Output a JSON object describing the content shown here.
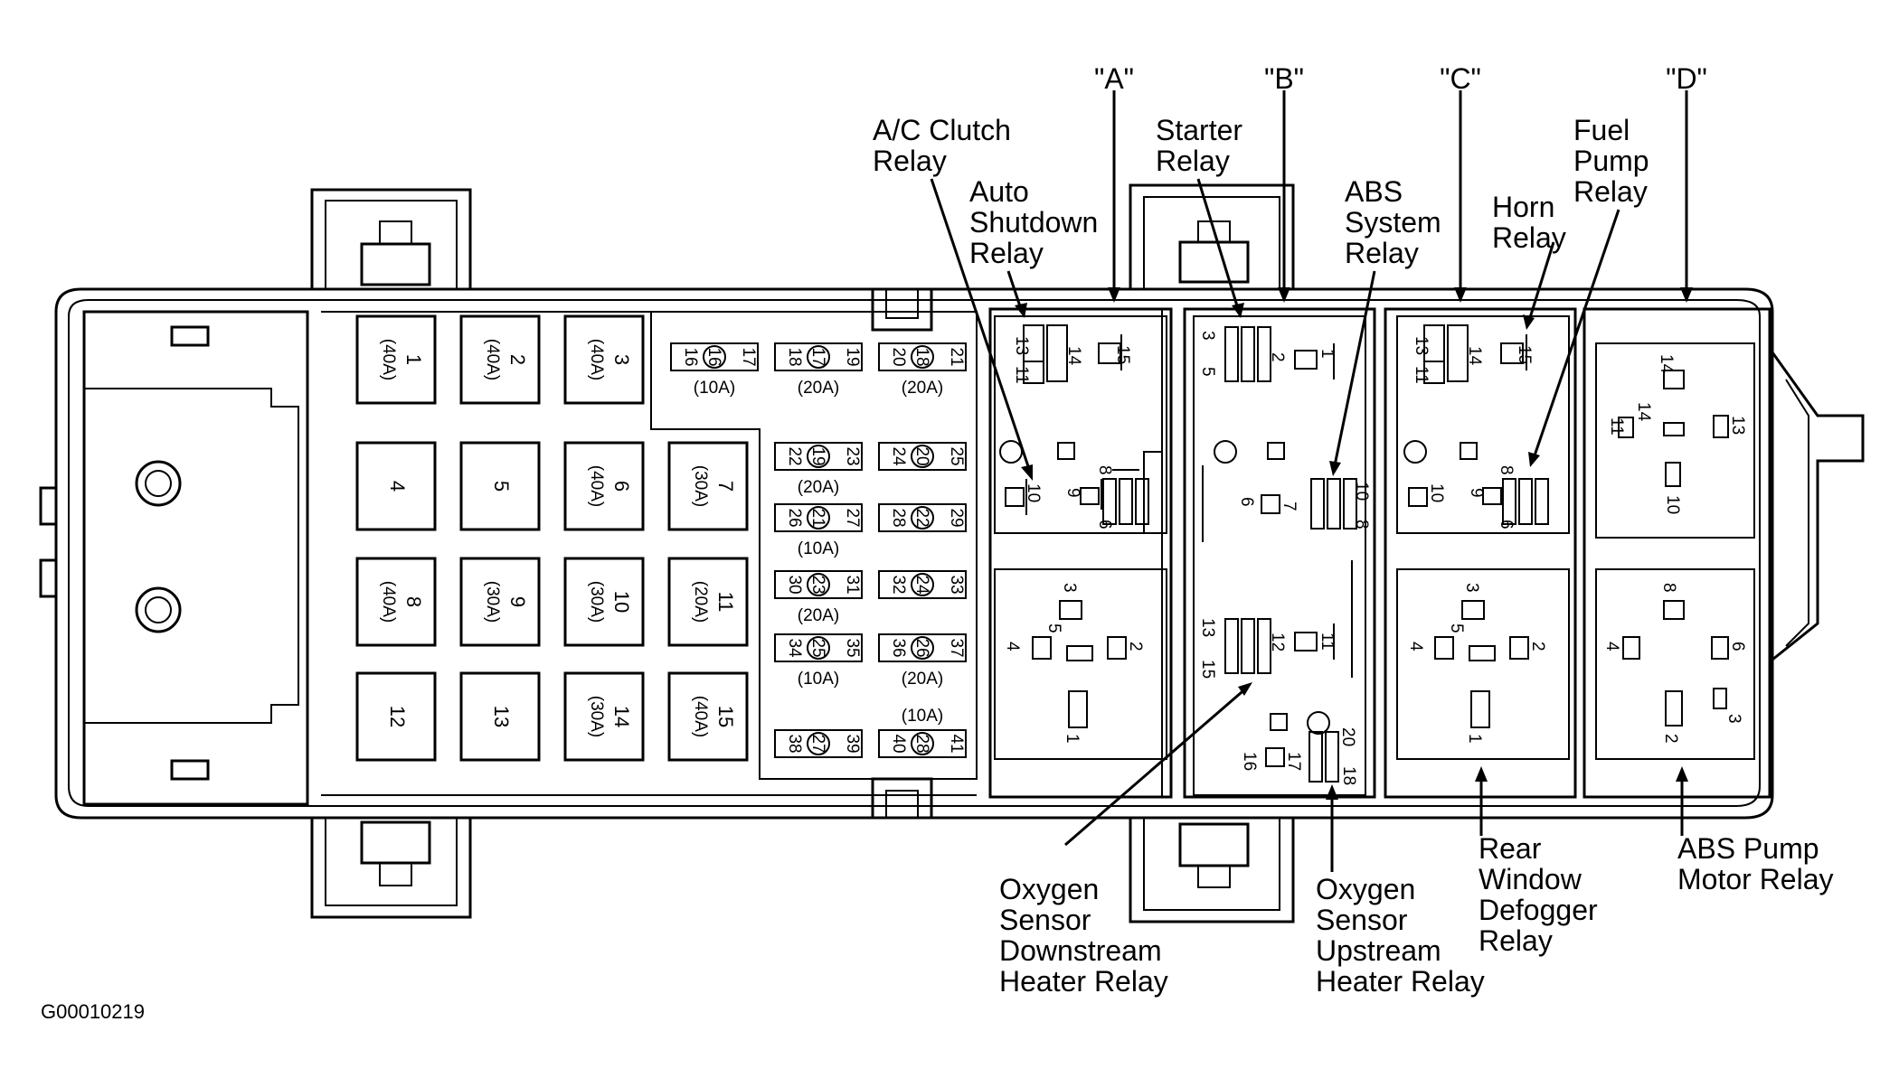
{
  "figure_code": "G00010219",
  "slot_labels": {
    "a": "\"A\"",
    "b": "\"B\"",
    "c": "\"C\"",
    "d": "\"D\""
  },
  "callouts": {
    "ac_clutch": [
      "A/C Clutch",
      "Relay"
    ],
    "auto_shutdown": [
      "Auto",
      "Shutdown",
      "Relay"
    ],
    "starter": [
      "Starter",
      "Relay"
    ],
    "abs_system": [
      "ABS",
      "System",
      "Relay"
    ],
    "horn": [
      "Horn",
      "Relay"
    ],
    "fuel_pump": [
      "Fuel",
      "Pump",
      "Relay"
    ],
    "o2_downstream": [
      "Oxygen",
      "Sensor",
      "Downstream",
      "Heater Relay"
    ],
    "o2_upstream": [
      "Oxygen",
      "Sensor",
      "Upstream",
      "Heater Relay"
    ],
    "rear_defogger": [
      "Rear",
      "Window",
      "Defogger",
      "Relay"
    ],
    "abs_pump": [
      "ABS Pump",
      "Motor Relay"
    ]
  },
  "maxi_fuses": [
    {
      "num": "1",
      "amp": "(40A)"
    },
    {
      "num": "2",
      "amp": "(40A)"
    },
    {
      "num": "3",
      "amp": "(40A)"
    },
    {
      "num": "4",
      "amp": ""
    },
    {
      "num": "5",
      "amp": ""
    },
    {
      "num": "6",
      "amp": "(40A)"
    },
    {
      "num": "7",
      "amp": "(30A)"
    },
    {
      "num": "8",
      "amp": "(40A)"
    },
    {
      "num": "9",
      "amp": "(30A)"
    },
    {
      "num": "10",
      "amp": "(30A)"
    },
    {
      "num": "11",
      "amp": "(20A)"
    },
    {
      "num": "12",
      "amp": ""
    },
    {
      "num": "13",
      "amp": ""
    },
    {
      "num": "14",
      "amp": "(30A)"
    },
    {
      "num": "15",
      "amp": "(40A)"
    }
  ],
  "mini_fuses": [
    {
      "left": "16",
      "center": "16",
      "right": "17",
      "amp": "(10A)"
    },
    {
      "left": "18",
      "center": "17",
      "right": "19",
      "amp": "(20A)"
    },
    {
      "left": "20",
      "center": "18",
      "right": "21",
      "amp": "(20A)"
    },
    {
      "left": "22",
      "center": "19",
      "right": "23",
      "amp": "(20A)"
    },
    {
      "left": "24",
      "center": "20",
      "right": "25",
      "amp": ""
    },
    {
      "left": "26",
      "center": "21",
      "right": "27",
      "amp": "(10A)"
    },
    {
      "left": "28",
      "center": "22",
      "right": "29",
      "amp": ""
    },
    {
      "left": "30",
      "center": "23",
      "right": "31",
      "amp": "(20A)"
    },
    {
      "left": "32",
      "center": "24",
      "right": "33",
      "amp": ""
    },
    {
      "left": "34",
      "center": "25",
      "right": "35",
      "amp": "(10A)"
    },
    {
      "left": "36",
      "center": "26",
      "right": "37",
      "amp": "(20A)"
    },
    {
      "left": "38",
      "center": "27",
      "right": "39",
      "amp": ""
    },
    {
      "left": "40",
      "center": "28",
      "right": "41",
      "amp": "(10A)"
    }
  ],
  "relay_pins": {
    "a_top": [
      "13",
      "11",
      "14",
      "15",
      "10",
      "9",
      "8",
      "6"
    ],
    "a_bottom": [
      "3",
      "5",
      "4",
      "2",
      "1"
    ],
    "b_top": [
      "3",
      "5",
      "2",
      "1",
      "6",
      "7",
      "10",
      "8"
    ],
    "b_mid": [
      "13",
      "15",
      "12",
      "11"
    ],
    "b_bottom": [
      "20",
      "16",
      "17",
      "18"
    ],
    "c_top": [
      "13",
      "11",
      "14",
      "15",
      "10",
      "9",
      "8",
      "6"
    ],
    "c_bottom": [
      "3",
      "5",
      "4",
      "2",
      "1"
    ],
    "d_top": [
      "14",
      "14",
      "11",
      "13",
      "10"
    ],
    "d_bottom": [
      "8",
      "4",
      "6",
      "3",
      "2"
    ]
  }
}
